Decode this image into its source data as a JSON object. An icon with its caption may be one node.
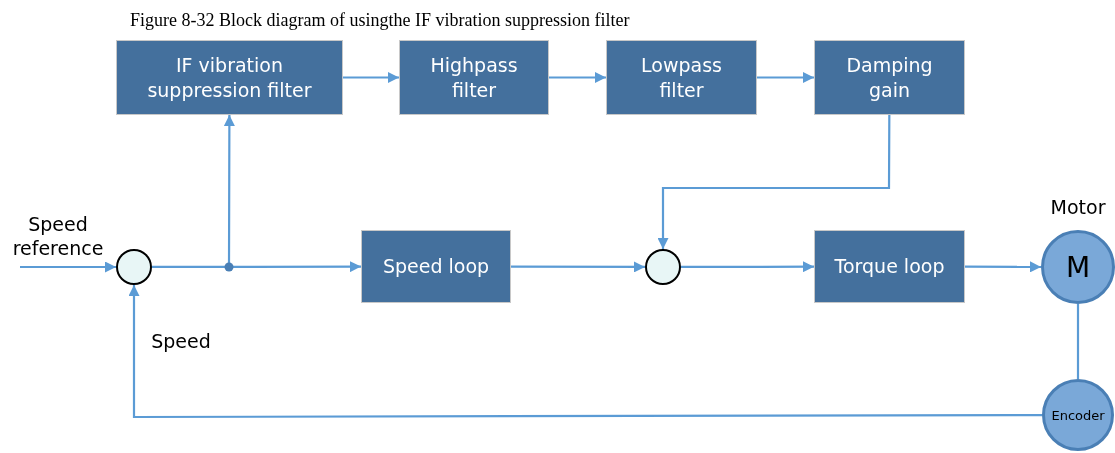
{
  "diagram": {
    "title": "Figure 8-32 Block diagram of usingthe IF vibration suppression filter",
    "nodes": [
      {
        "text": [
          "IF vibration suppression filter"
        ]
      },
      {
        "text": [
          "Highpass filter"
        ]
      },
      {
        "text": [
          "Lowpass filter"
        ]
      },
      {
        "text": [
          "Damping gain"
        ]
      },
      {
        "text": [],
        "shape": "circle"
      },
      {
        "text": [
          "Speed loop"
        ]
      },
      {
        "text": [],
        "shape": "circle"
      },
      {
        "text": [
          "Torque loop"
        ]
      },
      {
        "text": [
          "M"
        ],
        "beside": [
          "Motor"
        ]
      },
      {
        "text": [
          "Encoder"
        ]
      }
    ],
    "edges": [
      {
        "from": null,
        "to": 4,
        "arrow": "to",
        "label": "Speed reference"
      },
      {
        "from": 4,
        "to": 0,
        "arrow": "to"
      },
      {
        "from": 4,
        "to": 5,
        "arrow": "to"
      },
      {
        "from": 0,
        "to": 1,
        "arrow": "to"
      },
      {
        "from": 1,
        "to": 2,
        "arrow": "to"
      },
      {
        "from": 2,
        "to": 3,
        "arrow": "to"
      },
      {
        "from": 3,
        "to": 6,
        "arrow": "to"
      },
      {
        "from": 5,
        "to": 6,
        "arrow": "to"
      },
      {
        "from": 6,
        "to": 7,
        "arrow": "to"
      },
      {
        "from": 7,
        "to": 8,
        "arrow": "to"
      },
      {
        "from": 8,
        "to": 9,
        "arrow": "none"
      },
      {
        "from": 9,
        "to": 4,
        "arrow": "to",
        "label": "Speed"
      }
    ]
  }
}
